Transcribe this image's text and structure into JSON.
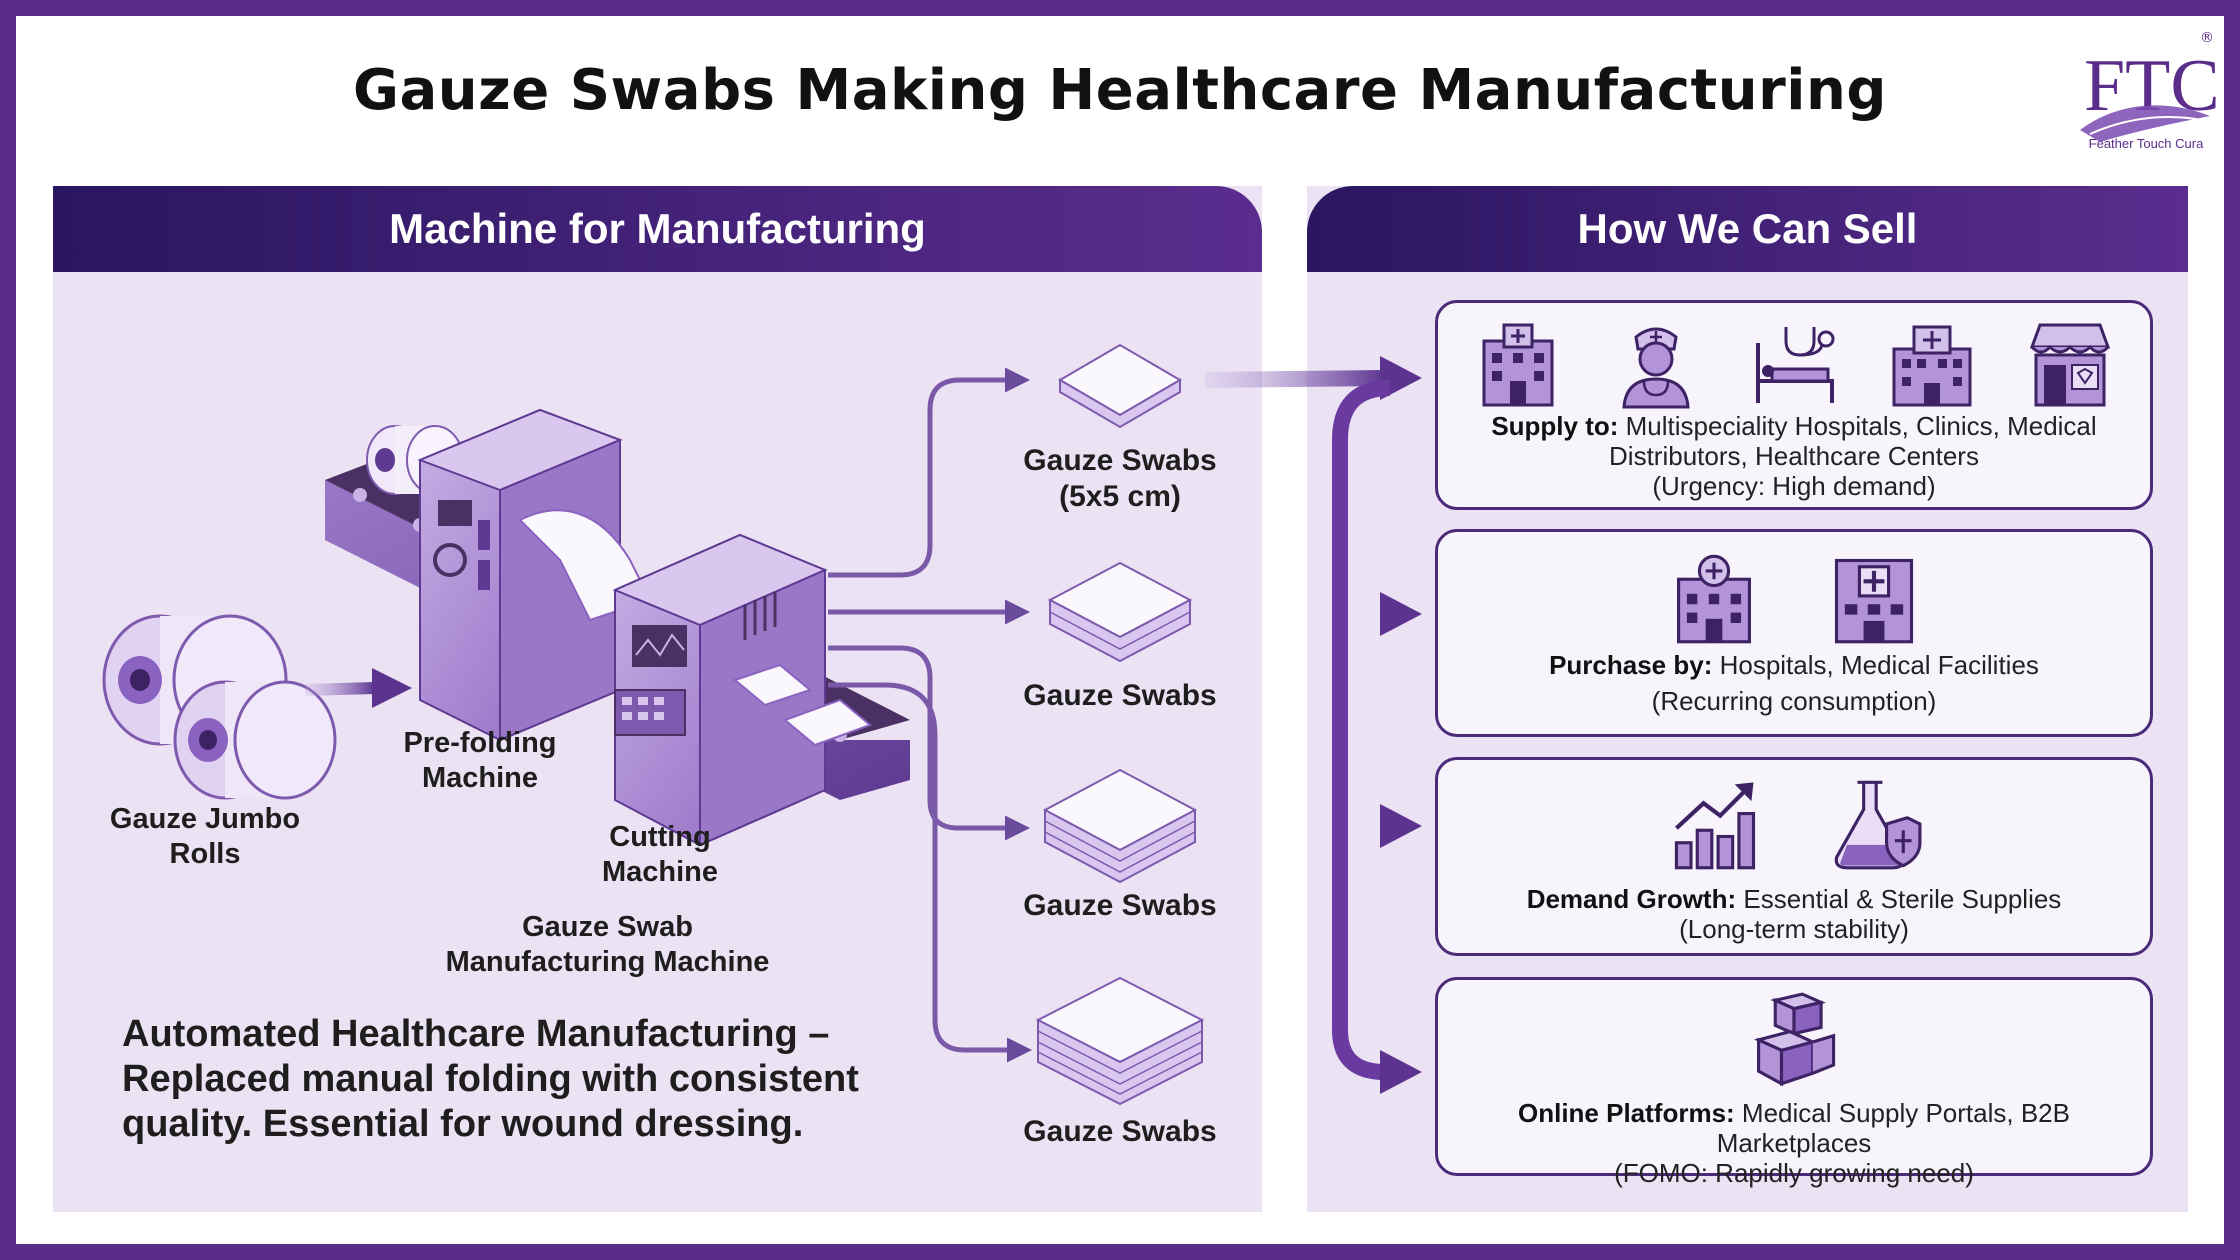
{
  "title": "Gauze Swabs Making Healthcare Manufacturing",
  "logo": {
    "mark": "FTC",
    "tagline": "Feather Touch Cura",
    "registered": "®"
  },
  "left_panel": {
    "heading": "Machine for Manufacturing",
    "labels": {
      "jumbo_rolls": "Gauze Jumbo Rolls",
      "prefolding": "Pre-folding Machine",
      "cutting": "Cutting Machine",
      "swab_machine": "Gauze Swab Manufacturing Machine"
    },
    "swab_outputs": [
      {
        "label": "Gauze Swabs",
        "size": "(5x5 cm)"
      },
      {
        "label": "Gauze Swabs"
      },
      {
        "label": "Gauze Swabs"
      },
      {
        "label": "Gauze Swabs"
      }
    ],
    "tagline_lines": [
      "Automated Healthcare Manufacturing –",
      "Replaced manual folding with consistent",
      "quality. Essential for wound dressing."
    ]
  },
  "right_panel": {
    "heading": "How We Can Sell",
    "cards": [
      {
        "icons": [
          "hospital-icon",
          "nurse-icon",
          "bed-stethoscope-icon",
          "clinic-icon",
          "store-icon"
        ],
        "bold": "Supply to:",
        "line1": " Multispeciality Hospitals, Clinics, Medical",
        "line2": "Distributors, Healthcare Centers",
        "line3": "(Urgency: High demand)"
      },
      {
        "icons": [
          "hospital-icon",
          "medical-facility-icon"
        ],
        "bold": "Purchase by:",
        "line1": " Hospitals, Medical Facilities",
        "line2": "(Recurring consumption)"
      },
      {
        "icons": [
          "growth-chart-icon",
          "flask-shield-icon"
        ],
        "bold": "Demand Growth:",
        "line1": " Essential & Sterile Supplies",
        "line2": "(Long-term stability)"
      },
      {
        "icons": [
          "boxes-icon"
        ],
        "bold": "Online Platforms:",
        "line1": " Medical Supply Portals, B2B Marketplaces",
        "line2": "(FOMO: Rapidly growing need)"
      }
    ]
  },
  "colors": {
    "frame": "#5b2d8a",
    "accent": "#6a3aa0",
    "panel_bg": "#ebe2f3",
    "header": "#2a1560"
  }
}
